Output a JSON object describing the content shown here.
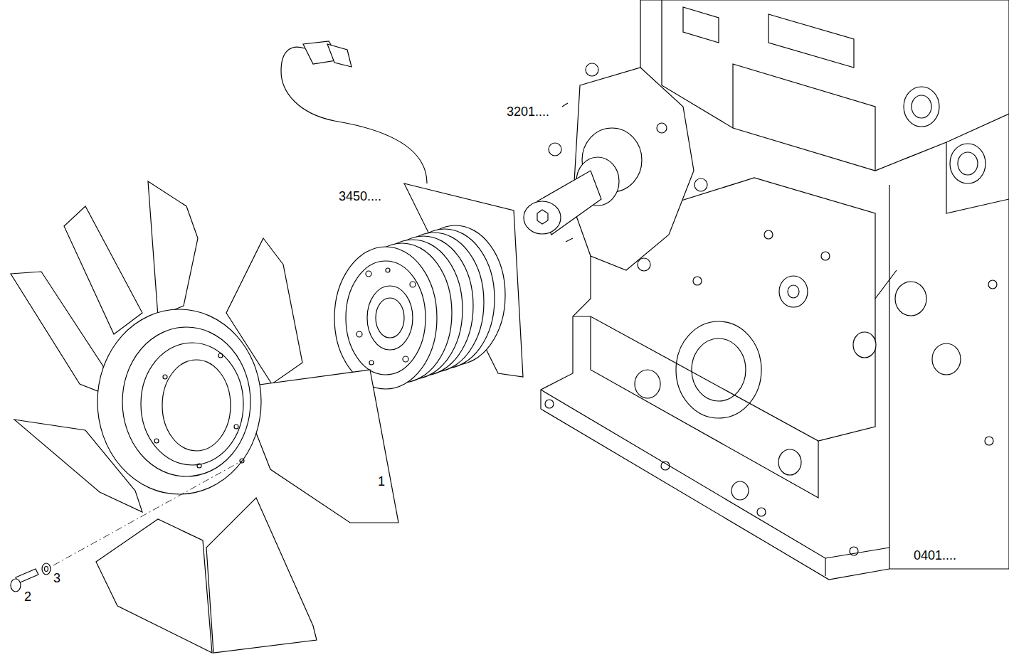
{
  "diagram": {
    "labels": [
      "3201....",
      "3450....",
      "1",
      "2",
      "3",
      "0401...."
    ]
  }
}
